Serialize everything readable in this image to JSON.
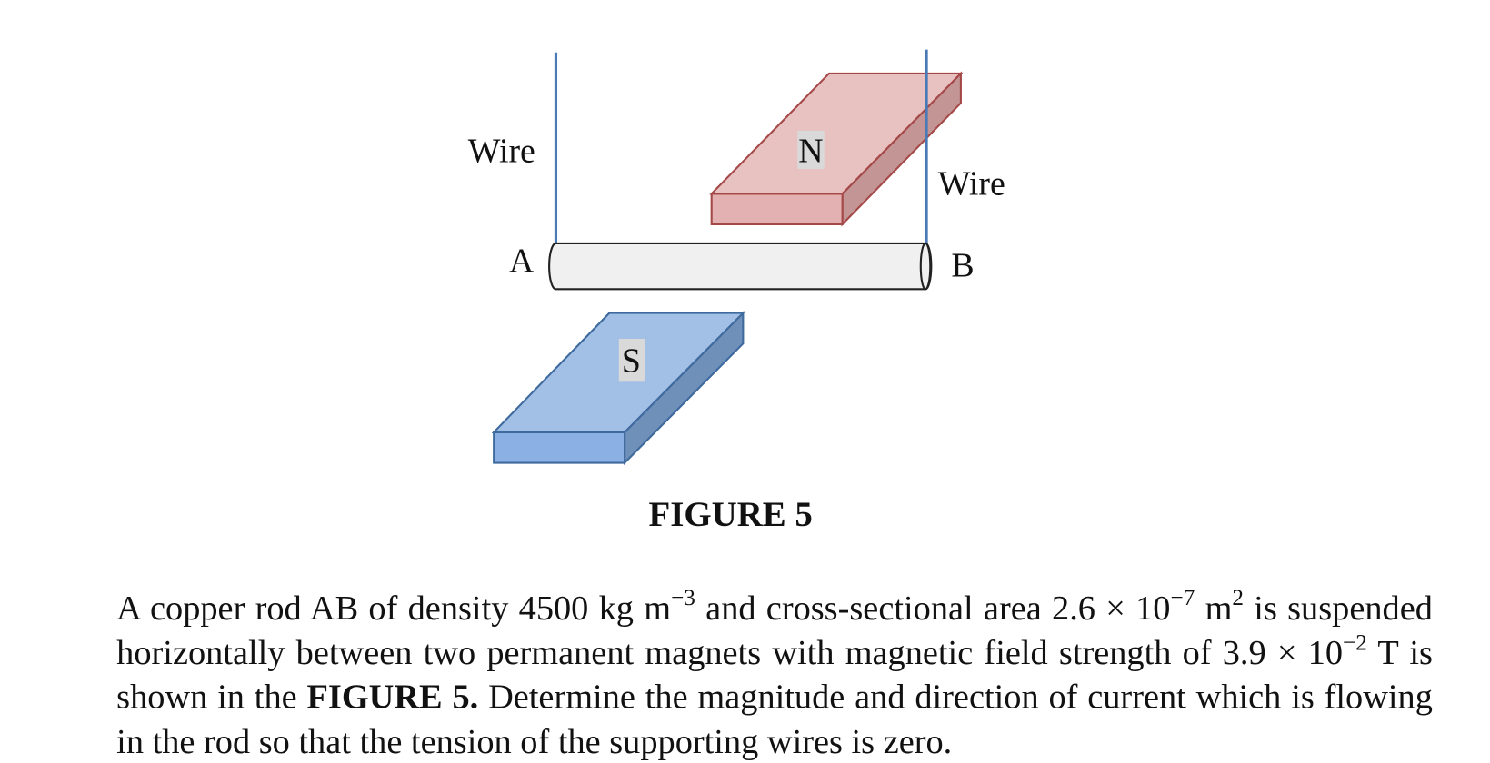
{
  "figure": {
    "labels": {
      "wire_left": "Wire",
      "wire_right": "Wire",
      "end_a": "A",
      "end_b": "B",
      "north_pole": "N",
      "south_pole": "S"
    },
    "colors": {
      "wire": "#4a7ab5",
      "north_top": "#e8c1c1",
      "north_front": "#e3b1b1",
      "north_side": "#c39595",
      "north_edge": "#a54848",
      "south_top": "#a2c0e6",
      "south_front": "#8bb0e3",
      "south_side": "#6f90b9",
      "south_edge": "#3f6a9e",
      "rod": "#f0f0f0"
    },
    "caption": "FIGURE 5"
  },
  "question": {
    "s1": "A copper rod AB of density 4500 kg m",
    "e1": "−3",
    "s2": " and cross-sectional area 2.6 × 10",
    "e2": "−7",
    "s3": " m",
    "e3": "2",
    "s4": " is suspended horizontally between two permanent magnets with magnetic field strength of 3.9 × 10",
    "e4": "−2",
    "s5": " T is shown in the ",
    "bold": "FIGURE 5.",
    "s6": " Determine the magnitude and direction of current which is flowing in the rod so that the tension of the supporting wires is zero."
  }
}
